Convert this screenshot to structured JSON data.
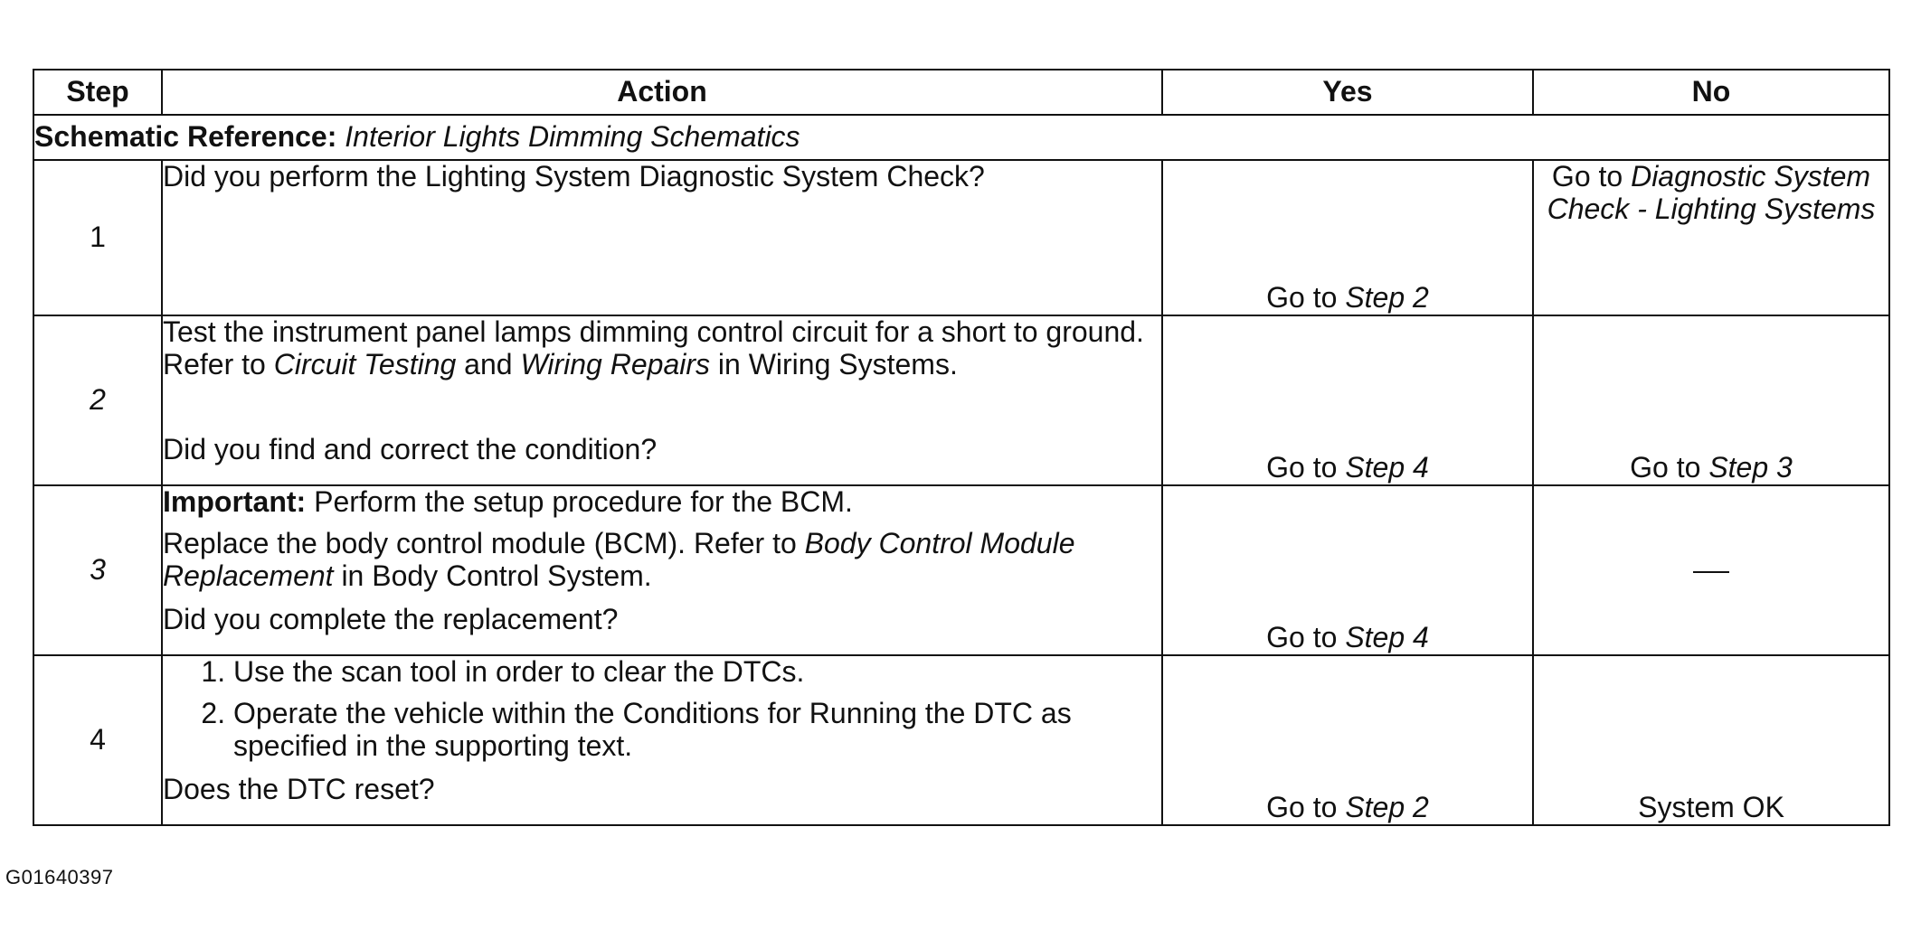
{
  "headers": {
    "step": "Step",
    "action": "Action",
    "yes": "Yes",
    "no": "No"
  },
  "schematic": {
    "label": "Schematic Reference:",
    "value": "Interior Lights Dimming Schematics"
  },
  "steps": [
    {
      "num": "1",
      "question": "Did you perform the Lighting System Diagnostic System Check?",
      "yes_prefix": "Go to",
      "yes_target": "Step 2",
      "no_prefix": "Go to",
      "no_target": "Diagnostic System Check - Lighting Systems"
    },
    {
      "num": "2",
      "text_1": "Test the instrument panel lamps dimming control circuit for a short to ground. Refer to",
      "link_1": "Circuit Testing",
      "text_2": "and",
      "link_2": "Wiring Repairs",
      "text_3": "in Wiring Systems.",
      "question": "Did you find and correct the condition?",
      "yes_prefix": "Go to",
      "yes_target": "Step 4",
      "no_prefix": "Go to",
      "no_target": "Step 3"
    },
    {
      "num": "3",
      "important_label": "Important:",
      "important_text": "Perform the setup procedure for the BCM.",
      "text_1": "Replace the body control module (BCM). Refer to",
      "link_1": "Body Control Module Replacement",
      "text_2": "in Body Control System.",
      "question": "Did you complete the replacement?",
      "yes_prefix": "Go to",
      "yes_target": "Step 4"
    },
    {
      "num": "4",
      "list": [
        "Use the scan tool in order to clear the DTCs.",
        "Operate the vehicle within the Conditions for Running the DTC as specified in the supporting text."
      ],
      "question": "Does the DTC reset?",
      "yes_prefix": "Go to",
      "yes_target": "Step 2",
      "no_text": "System OK"
    }
  ],
  "figure_id": "G01640397"
}
